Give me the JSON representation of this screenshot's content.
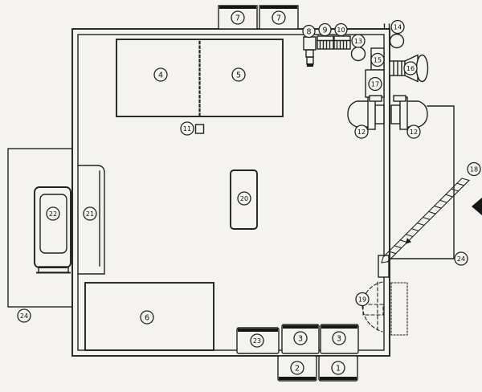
{
  "colors": {
    "line": "#222222",
    "background": "#f4f3f0",
    "accent_black": "#161616"
  },
  "callouts": {
    "c1": "1",
    "c2": "2",
    "c3a": "3",
    "c3b": "3",
    "c4": "4",
    "c5": "5",
    "c6": "6",
    "c7a": "7",
    "c7b": "7",
    "c8": "8",
    "c9": "9",
    "c10": "10",
    "c11": "11",
    "c12a": "12",
    "c12b": "12",
    "c13": "13",
    "c14": "14",
    "c15": "15",
    "c16": "16",
    "c17": "17",
    "c18": "18",
    "c19": "19",
    "c20": "20",
    "c21": "21",
    "c22": "22",
    "c23": "23",
    "c24a": "24",
    "c24b": "24"
  }
}
